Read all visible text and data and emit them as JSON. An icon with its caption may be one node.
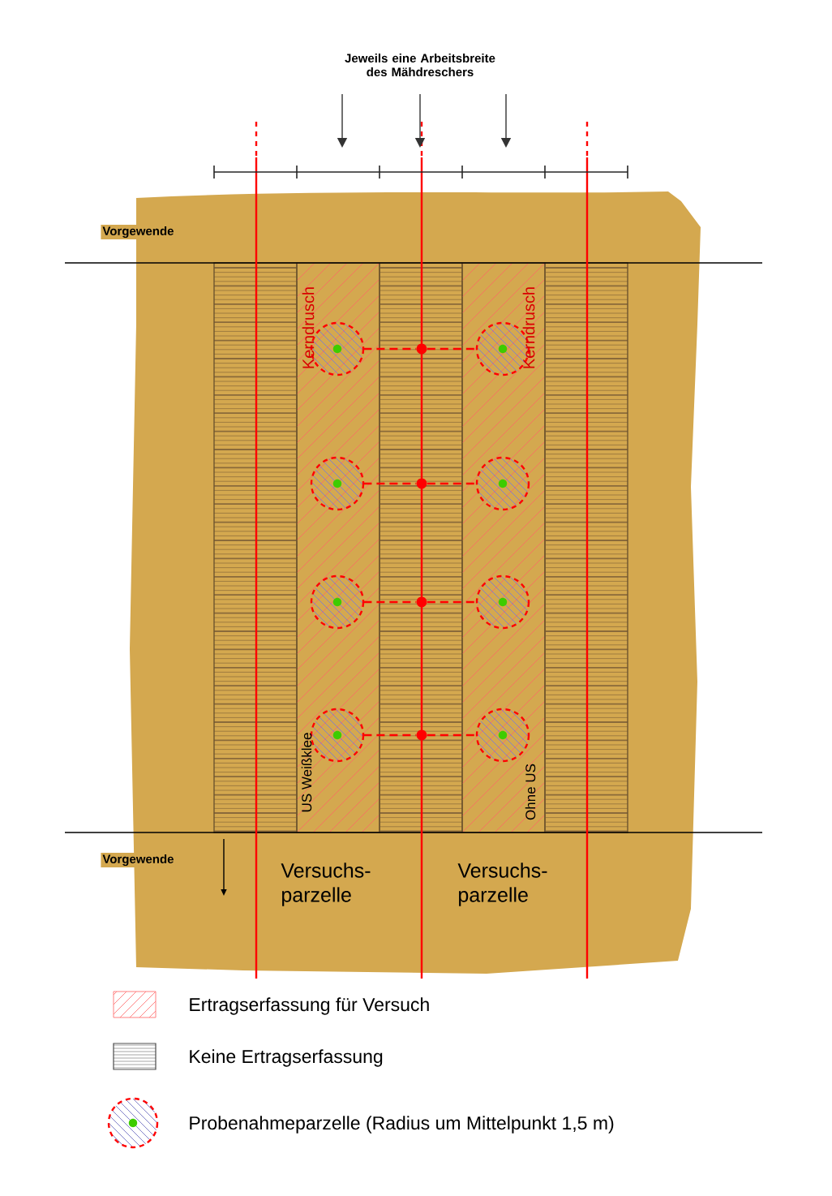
{
  "diagram": {
    "nodes": [
      {
        "text": [],
        "shape": "circle"
      },
      {
        "text": [],
        "shape": "dot"
      },
      {
        "text": [],
        "shape": "circle"
      },
      {
        "text": [],
        "shape": "circle"
      },
      {
        "text": [],
        "shape": "dot"
      },
      {
        "text": [],
        "shape": "circle"
      },
      {
        "text": [],
        "shape": "circle"
      },
      {
        "text": [],
        "shape": "dot"
      },
      {
        "text": [],
        "shape": "circle"
      },
      {
        "text": [],
        "shape": "circle"
      },
      {
        "text": [],
        "shape": "dot"
      },
      {
        "text": [],
        "shape": "circle"
      }
    ],
    "edges": [
      {
        "from": 0,
        "to": 1,
        "arrow": "none",
        "style": "dashed"
      },
      {
        "from": 1,
        "to": 2,
        "arrow": "none",
        "style": "dashed"
      },
      {
        "from": 3,
        "to": 4,
        "arrow": "none",
        "style": "dashed"
      },
      {
        "from": 4,
        "to": 5,
        "arrow": "none",
        "style": "dashed"
      },
      {
        "from": 6,
        "to": 7,
        "arrow": "none",
        "style": "dashed"
      },
      {
        "from": 7,
        "to": 8,
        "arrow": "none",
        "style": "dashed"
      },
      {
        "from": 9,
        "to": 10,
        "arrow": "none",
        "style": "dashed"
      },
      {
        "from": 10,
        "to": 11,
        "arrow": "none",
        "style": "dashed"
      }
    ],
    "labels": [
      "Jeweils eine Arbeitsbreite des Mähdreschers",
      "Vorgewende",
      "Kerndrusch",
      "Kerndrusch",
      "US Weißklee",
      "Ohne US",
      "Vorgewende",
      "Versuchs- parzelle",
      "Versuchs- parzelle"
    ],
    "legend": [
      {
        "text": "Ertragserfassung für Versuch"
      },
      {
        "text": "Keine Ertragserfassung"
      },
      {
        "text": "Probenahmeparzelle (Radius um Mittelpunkt 1,5 m)"
      }
    ]
  }
}
